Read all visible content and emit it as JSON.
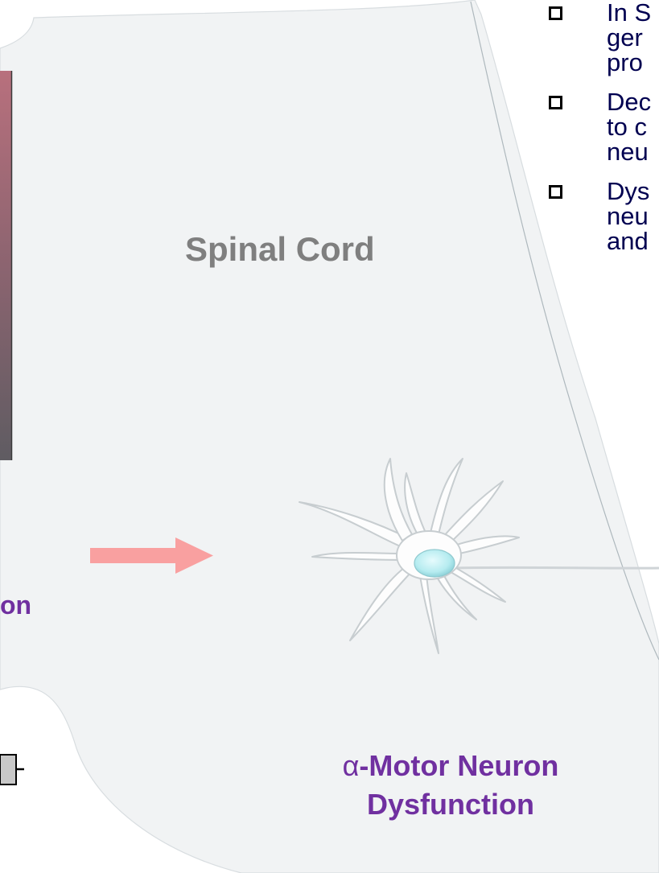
{
  "diagram": {
    "region_label": "Spinal Cord",
    "left_fragment_label": "on",
    "motor_label": {
      "prefix": "α",
      "line1": "-Motor Neuron",
      "line2": "Dysfunction"
    },
    "bullets": [
      {
        "lines": [
          "In S",
          "ger",
          "pro"
        ]
      },
      {
        "lines": [
          "Dec",
          "to c",
          "neu"
        ]
      },
      {
        "lines": [
          "Dys",
          "neu",
          "and"
        ]
      }
    ],
    "colors": {
      "cord_fill": "#f1f3f4",
      "arrow": "#f9a0a0",
      "accent_purple": "#7030a0",
      "label_gray": "#7f7f7f",
      "bullet_text": "#000050",
      "nucleus": "#b6ecf0"
    },
    "icons": [
      "neuron-illustration",
      "right-arrow-icon",
      "checkbox-bullet-icon"
    ]
  }
}
